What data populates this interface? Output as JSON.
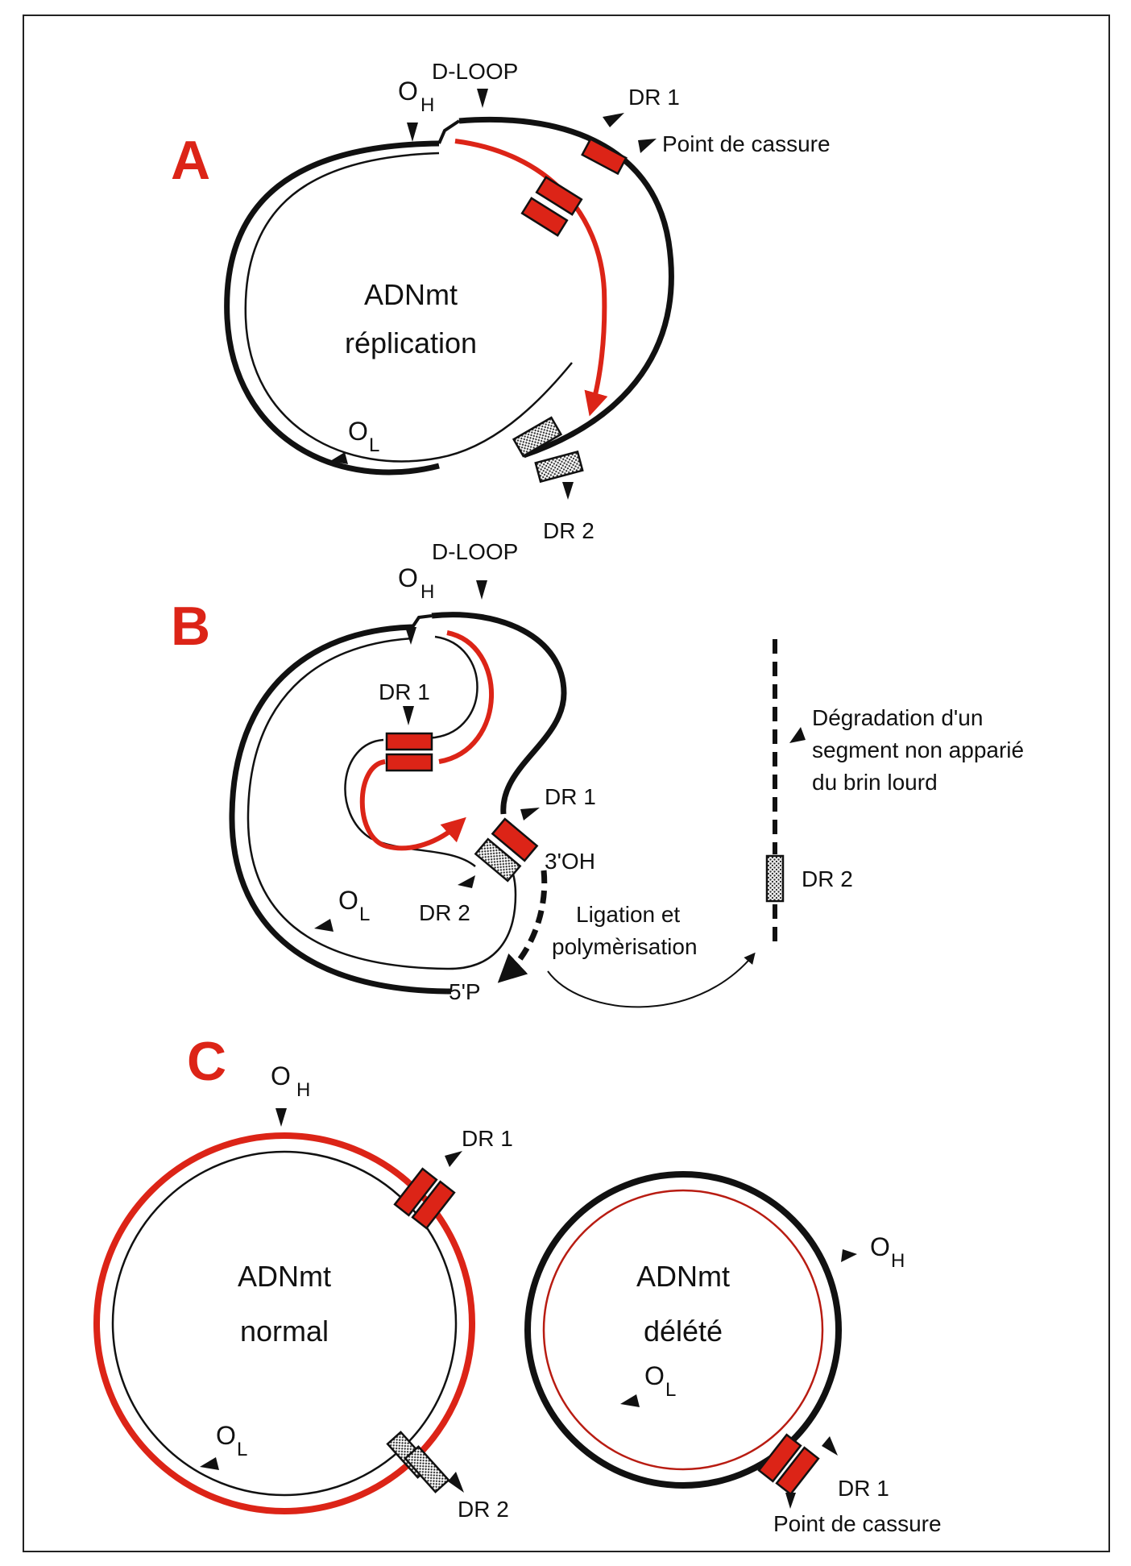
{
  "colors": {
    "red": "#dc2417",
    "black": "#111111",
    "frame": "#222222",
    "dot_fill": "#9a9a9a"
  },
  "panels": {
    "a": "A",
    "b": "B",
    "c": "C"
  },
  "panel_a": {
    "o_h": "O",
    "o_h_sub": "H",
    "d_loop": "D-LOOP",
    "dr1": "DR 1",
    "break_point": "Point de cassure",
    "center_line1": "ADNmt",
    "center_line2": "réplication",
    "o_l": "O",
    "o_l_sub": "L",
    "dr2": "DR 2"
  },
  "panel_b": {
    "o_h": "O",
    "o_h_sub": "H",
    "d_loop": "D-LOOP",
    "dr1_inner": "DR 1",
    "dr1_outer": "DR 1",
    "three_oh": "3'OH",
    "dr2": "DR 2",
    "o_l": "O",
    "o_l_sub": "L",
    "five_p": "5'P",
    "ligation_line1": "Ligation et",
    "ligation_line2": "polymèrisation",
    "degradation_line1": "Dégradation d'un",
    "degradation_line2": "segment non apparié",
    "degradation_line3": "du brin lourd",
    "dr2_fragment": "DR 2"
  },
  "panel_c_normal": {
    "o_h": "O",
    "o_h_sub": "H",
    "dr1": "DR 1",
    "center_line1": "ADNmt",
    "center_line2": "normal",
    "o_l": "O",
    "o_l_sub": "L",
    "dr2": "DR 2"
  },
  "panel_c_deleted": {
    "o_h": "O",
    "o_h_sub": "H",
    "center_line1": "ADNmt",
    "center_line2": "délété",
    "o_l": "O",
    "o_l_sub": "L",
    "dr1": "DR 1",
    "break_point": "Point de cassure"
  }
}
